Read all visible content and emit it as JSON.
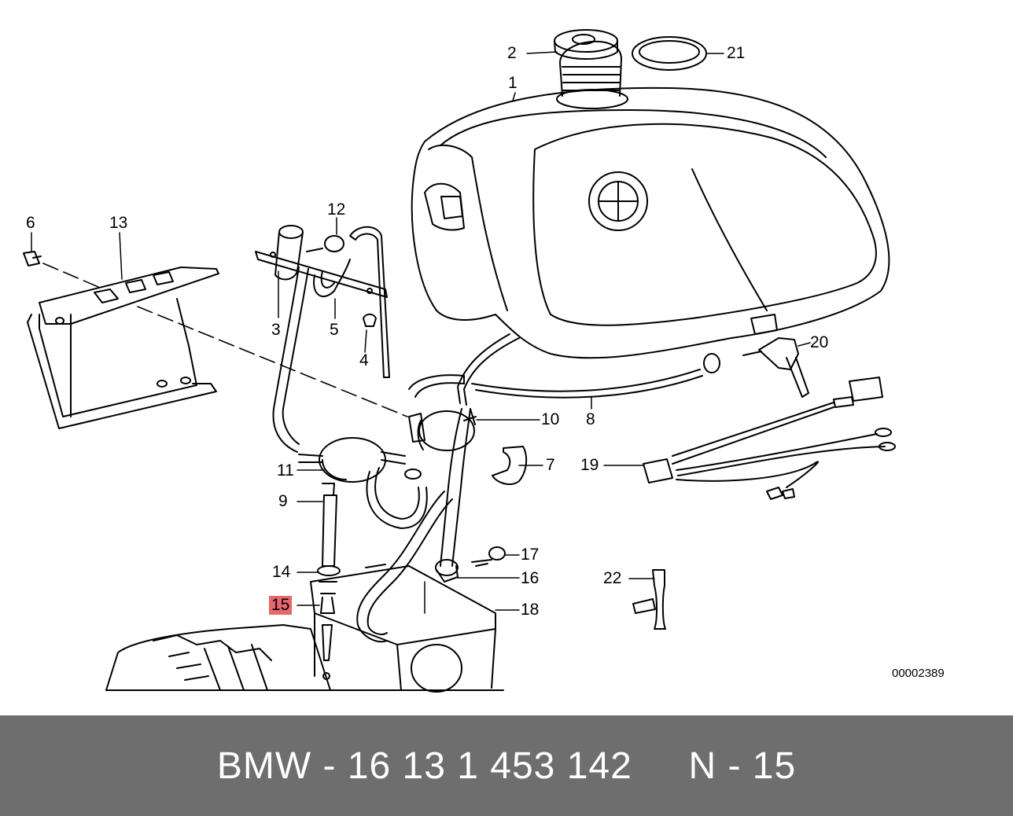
{
  "diagram": {
    "callouts": [
      {
        "id": "1",
        "label": "1"
      },
      {
        "id": "2",
        "label": "2"
      },
      {
        "id": "3",
        "label": "3"
      },
      {
        "id": "4",
        "label": "4"
      },
      {
        "id": "5",
        "label": "5"
      },
      {
        "id": "6",
        "label": "6"
      },
      {
        "id": "7",
        "label": "7"
      },
      {
        "id": "8",
        "label": "8"
      },
      {
        "id": "9",
        "label": "9"
      },
      {
        "id": "10",
        "label": "10"
      },
      {
        "id": "11",
        "label": "11"
      },
      {
        "id": "12",
        "label": "12"
      },
      {
        "id": "13",
        "label": "13"
      },
      {
        "id": "14",
        "label": "14"
      },
      {
        "id": "15",
        "label": "15",
        "highlighted": true
      },
      {
        "id": "16",
        "label": "16"
      },
      {
        "id": "17",
        "label": "17"
      },
      {
        "id": "18",
        "label": "18"
      },
      {
        "id": "19",
        "label": "19"
      },
      {
        "id": "20",
        "label": "20"
      },
      {
        "id": "21",
        "label": "21"
      },
      {
        "id": "22",
        "label": "22"
      }
    ],
    "drawing_number": "00002389",
    "highlight_color": "#e8666e"
  },
  "footer": {
    "text": "BMW - 16 13 1 453 142     N - 15",
    "background": "#6e6e6e"
  }
}
